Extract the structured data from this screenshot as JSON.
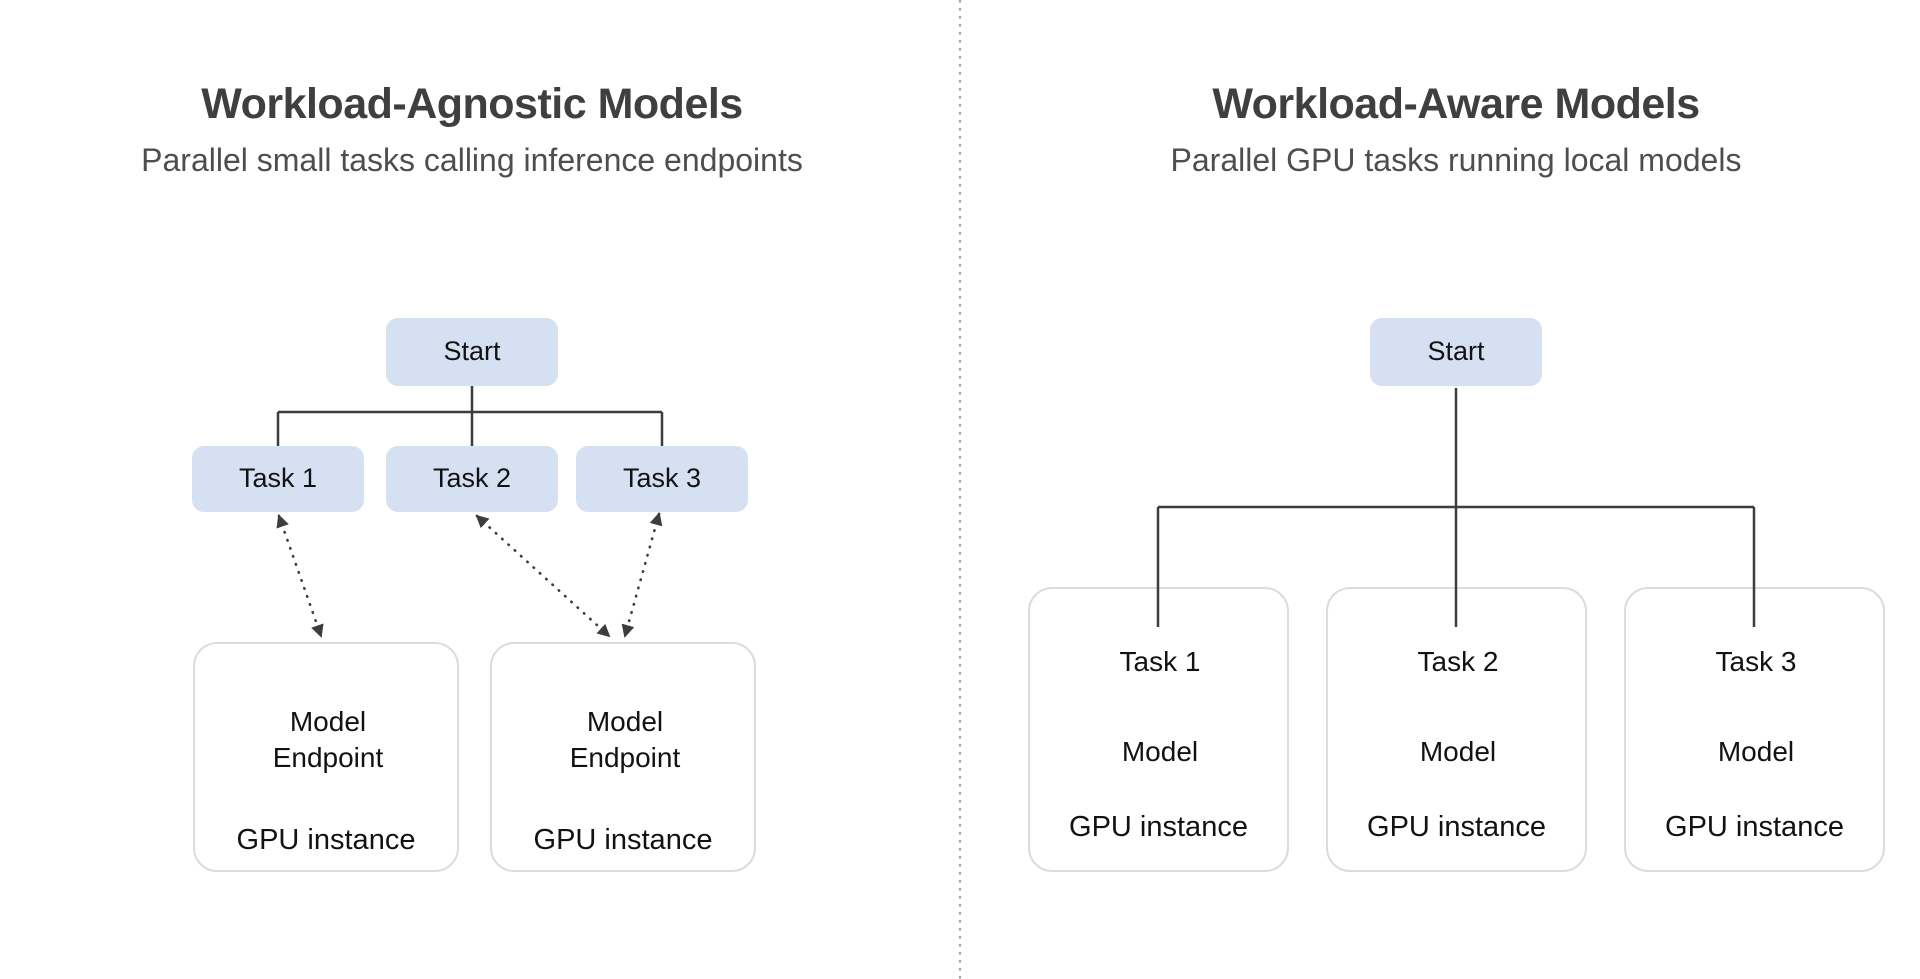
{
  "colors": {
    "task_fill": "#d5e1f2",
    "model_fill": "#b9d3a1",
    "container_bg": "#ffffff",
    "container_border": "#dcdcdc",
    "line": "#3d3d3d",
    "divider": "#a6a6a6",
    "title": "#3f3f3f",
    "subtitle": "#4e4e4e",
    "node_text": "#121212",
    "background": "#ffffff"
  },
  "left_panel": {
    "title": "Workload-Agnostic Models",
    "subtitle": "Parallel small tasks calling inference endpoints",
    "start_label": "Start",
    "task_labels": [
      "Task 1",
      "Task 2",
      "Task 3"
    ],
    "gpu_instances": [
      {
        "model_label": "Model Endpoint",
        "caption": "GPU instance"
      },
      {
        "model_label": "Model Endpoint",
        "caption": "GPU instance"
      }
    ]
  },
  "right_panel": {
    "title": "Workload-Aware Models",
    "subtitle": "Parallel GPU tasks running local models",
    "start_label": "Start",
    "gpu_instances": [
      {
        "task_label": "Task 1",
        "model_label": "Model",
        "caption": "GPU instance"
      },
      {
        "task_label": "Task 2",
        "model_label": "Model",
        "caption": "GPU instance"
      },
      {
        "task_label": "Task 3",
        "model_label": "Model",
        "caption": "GPU instance"
      }
    ]
  }
}
